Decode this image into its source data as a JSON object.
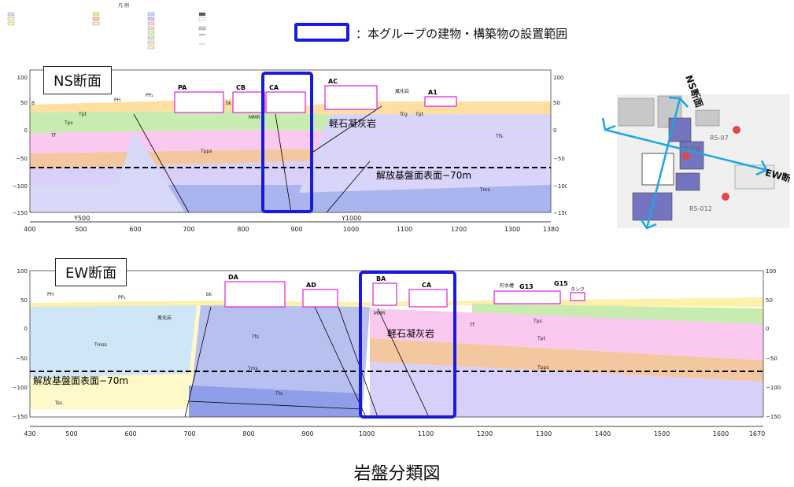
{
  "legend": {
    "title": "凡 例",
    "key_label": "：本グループの建物・構築物の設置範囲",
    "key_color": "#1a1adc"
  },
  "ns_section": {
    "label": "NS断面",
    "buildings": [
      "PA",
      "CB",
      "CA",
      "AC",
      "A1"
    ],
    "tags": [
      "PH",
      "PP₂",
      "bk",
      "風化岩",
      "B",
      "Tpt",
      "Tps",
      "Tf",
      "Tfs",
      "MMR",
      "Tpps",
      "Tms",
      "Tcg",
      "Tpt"
    ],
    "rock_label": "軽石凝灰岩",
    "baseline_label": "解放基盤面表面−70m",
    "y_ticks_left": [
      "100",
      "50",
      "0",
      "−50",
      "−100",
      "−150"
    ],
    "y_ticks_right": [
      "100",
      "50",
      "0",
      "−50",
      "−100",
      "−150"
    ],
    "x_ticks": [
      "400",
      "500",
      "600",
      "700",
      "800",
      "900",
      "1000",
      "1100",
      "1200",
      "1300",
      "1380"
    ],
    "y_markers": [
      "Y500",
      "Y1000"
    ]
  },
  "ew_section": {
    "label": "EW断面",
    "buildings": [
      "DA",
      "AD",
      "BA",
      "CA",
      "G13",
      "G15"
    ],
    "tags": [
      "PH",
      "PP₂",
      "bk",
      "風化岩",
      "Tmss",
      "Tfs",
      "Tms",
      "Tts",
      "Tss",
      "Tpt",
      "Tps",
      "Tf",
      "Tpps",
      "MMR",
      "貯水槽",
      "タンク"
    ],
    "rock_label": "軽石凝灰岩",
    "baseline_label": "解放基盤面表面−70m",
    "y_ticks_left": [
      "100",
      "50",
      "0",
      "−50",
      "−100",
      "−150"
    ],
    "y_ticks_right": [
      "100",
      "50",
      "0",
      "−50",
      "−100",
      "−150"
    ],
    "x_ticks": [
      "430",
      "500",
      "600",
      "700",
      "800",
      "900",
      "1000",
      "1100",
      "1200",
      "1300",
      "1400",
      "1500",
      "1600",
      "1670"
    ]
  },
  "map": {
    "ns_label": "NS断面",
    "ew_label": "EW断面",
    "points": [
      "R5-07",
      "R5-012",
      "NS-EW"
    ]
  },
  "caption": "岩盤分類図"
}
